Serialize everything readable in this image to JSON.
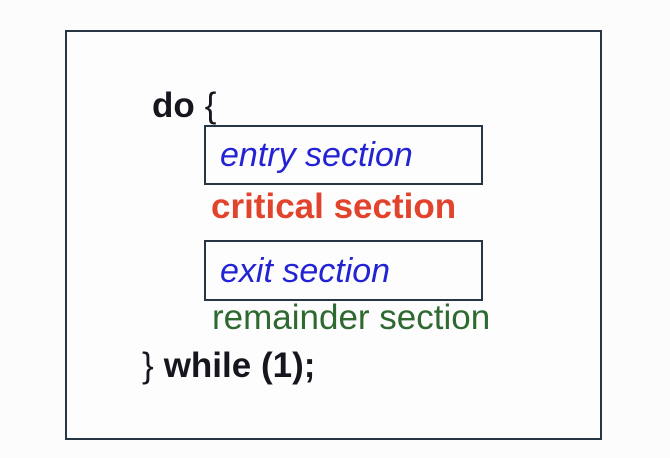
{
  "colors": {
    "border": "#263645",
    "text_dark": "#16161f",
    "blue": "#2323d4",
    "red": "#e2432d",
    "green": "#2e6930",
    "background": "#fcfcfc",
    "box_background": "#fdfdfe"
  },
  "code": {
    "do_keyword": "do",
    "open_brace": "{",
    "entry_section": "entry section",
    "critical_section": "critical section",
    "exit_section": "exit section",
    "remainder_section": "remainder section",
    "close_brace": "}",
    "while_clause": "while (1);"
  }
}
